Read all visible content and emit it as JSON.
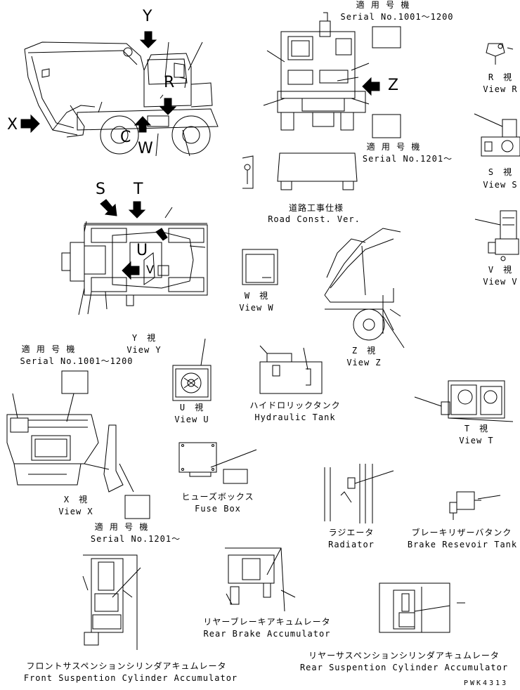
{
  "views": {
    "main_letters": {
      "y": "Y",
      "r": "R",
      "x": "X",
      "c": "C",
      "w": "W",
      "s": "S",
      "t": "T",
      "u": "U",
      "z": "Z",
      "v": "V"
    },
    "view_r": {
      "jp": "R　視",
      "en": "View R"
    },
    "view_s": {
      "jp": "S　視",
      "en": "View S"
    },
    "view_v": {
      "jp": "V　視",
      "en": "View V"
    },
    "view_w": {
      "jp": "W　視",
      "en": "View W"
    },
    "view_y": {
      "jp": "Y　視",
      "en": "View Y"
    },
    "view_z": {
      "jp": "Z　視",
      "en": "View Z"
    },
    "view_u": {
      "jp": "U　視",
      "en": "View U"
    },
    "view_t": {
      "jp": "T　視",
      "en": "View T"
    },
    "view_x": {
      "jp": "X　視",
      "en": "View X"
    }
  },
  "serials": {
    "top_1001": {
      "jp": "適 用 号 機",
      "en": "Serial No.1001～1200"
    },
    "top_1201": {
      "jp": "適 用 号 機",
      "en": "Serial No.1201～"
    },
    "left_1001": {
      "jp": "適 用 号 機",
      "en": "Serial No.1001～1200"
    },
    "left_1201": {
      "jp": "適 用 号 機",
      "en": "Serial No.1201～"
    }
  },
  "parts": {
    "road_const": {
      "jp": "道路工事仕様",
      "en": "Road Const. Ver."
    },
    "hydraulic_tank": {
      "jp": "ハイドロリックタンク",
      "en": "Hydraulic Tank"
    },
    "fuse_box": {
      "jp": "ヒューズボックス",
      "en": "Fuse Box"
    },
    "radiator": {
      "jp": "ラジエータ",
      "en": "Radiator"
    },
    "brake_reservoir": {
      "jp": "ブレーキリザーバタンク",
      "en": "Brake Resevoir Tank"
    },
    "rear_brake_acc": {
      "jp": "リヤーブレーキアキュムレータ",
      "en": "Rear Brake Accumulator"
    },
    "rear_susp_acc": {
      "jp": "リヤーサスペンションシリンダアキュムレータ",
      "en": "Rear Suspention Cylinder Accumulator"
    },
    "front_susp_acc": {
      "jp": "フロントサスペンションシリンダアキュムレータ",
      "en": "Front Suspention Cylinder Accumulator"
    }
  },
  "drawing_no": "PWK4313"
}
